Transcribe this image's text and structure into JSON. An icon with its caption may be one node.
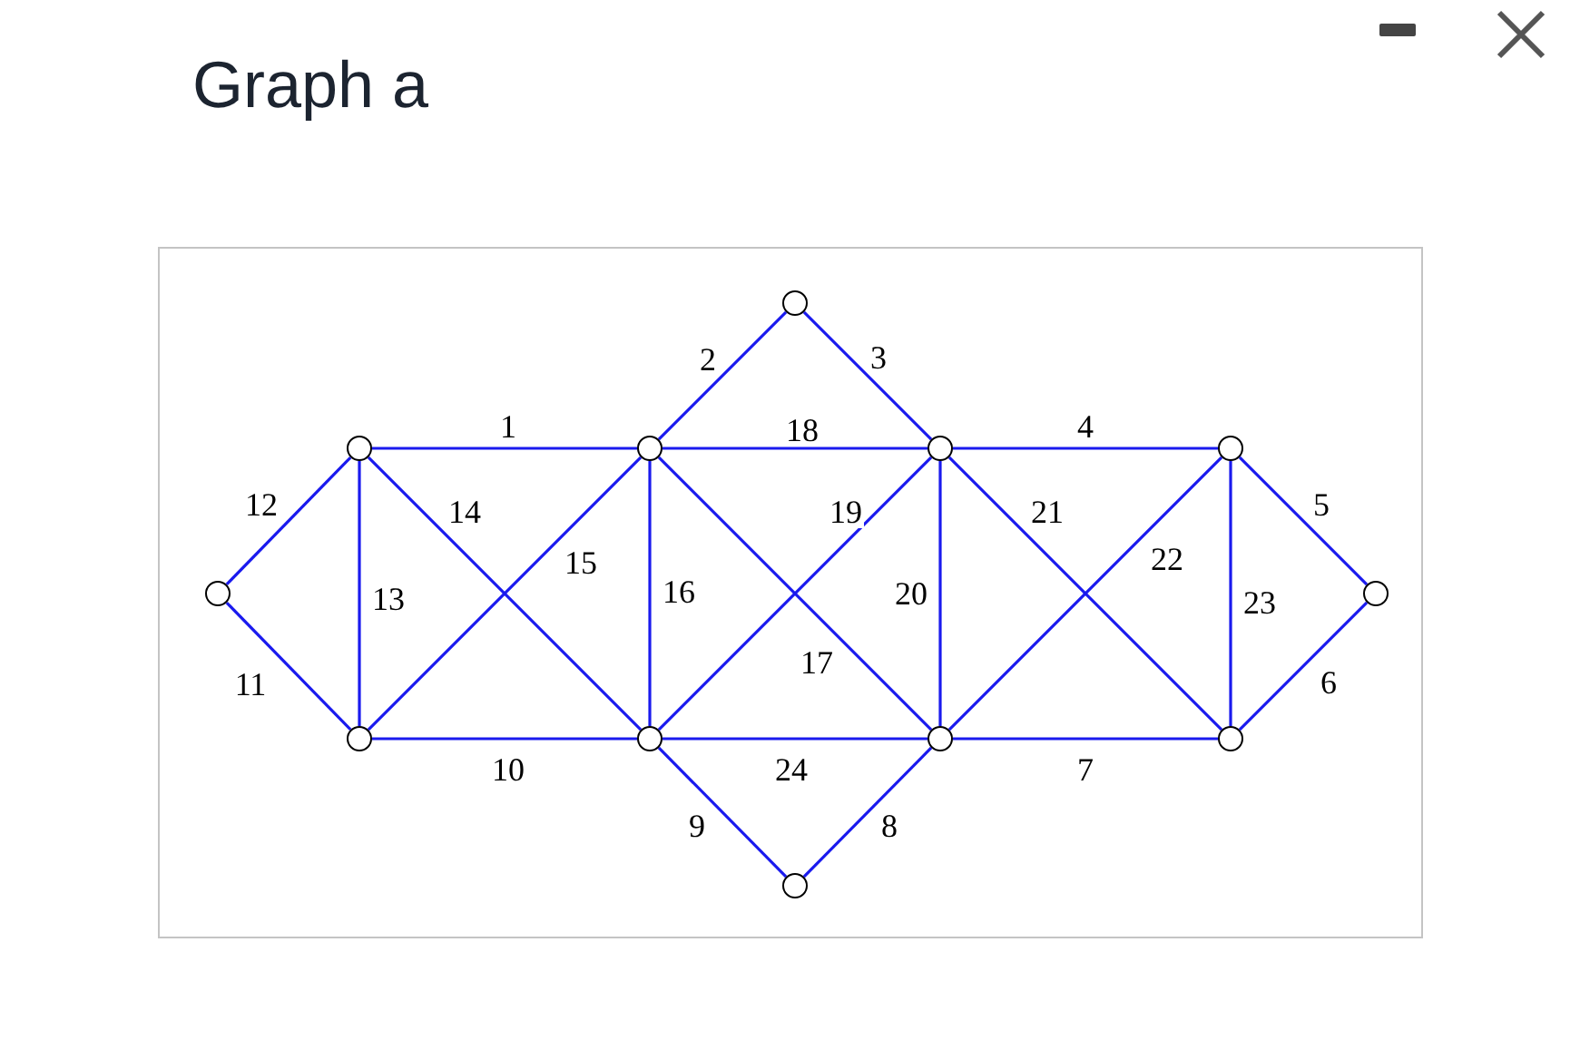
{
  "diagram": {
    "title": "Graph a",
    "nodes": [
      {
        "text": [],
        "shape": "circle"
      },
      {
        "text": [],
        "shape": "circle"
      },
      {
        "text": [],
        "shape": "circle"
      },
      {
        "text": [],
        "shape": "circle"
      },
      {
        "text": [],
        "shape": "circle"
      },
      {
        "text": [],
        "shape": "circle"
      },
      {
        "text": [],
        "shape": "circle"
      },
      {
        "text": [],
        "shape": "circle"
      },
      {
        "text": [],
        "shape": "circle"
      },
      {
        "text": [],
        "shape": "circle"
      },
      {
        "text": [],
        "shape": "circle"
      },
      {
        "text": [],
        "shape": "circle"
      }
    ],
    "edges": [
      {
        "from": 1,
        "to": 3,
        "arrow": "none",
        "label": "1"
      },
      {
        "from": 3,
        "to": 5,
        "arrow": "none",
        "label": "2"
      },
      {
        "from": 5,
        "to": 7,
        "arrow": "none",
        "label": "3"
      },
      {
        "from": 7,
        "to": 9,
        "arrow": "none",
        "label": "4"
      },
      {
        "from": 9,
        "to": 11,
        "arrow": "none",
        "label": "5"
      },
      {
        "from": 11,
        "to": 10,
        "arrow": "none",
        "label": "6"
      },
      {
        "from": 8,
        "to": 10,
        "arrow": "none",
        "label": "7"
      },
      {
        "from": 6,
        "to": 8,
        "arrow": "none",
        "label": "8"
      },
      {
        "from": 4,
        "to": 6,
        "arrow": "none",
        "label": "9"
      },
      {
        "from": 2,
        "to": 4,
        "arrow": "none",
        "label": "10"
      },
      {
        "from": 0,
        "to": 2,
        "arrow": "none",
        "label": "11"
      },
      {
        "from": 0,
        "to": 1,
        "arrow": "none",
        "label": "12"
      },
      {
        "from": 1,
        "to": 2,
        "arrow": "none",
        "label": "13"
      },
      {
        "from": 1,
        "to": 4,
        "arrow": "none",
        "label": "14"
      },
      {
        "from": 2,
        "to": 3,
        "arrow": "none",
        "label": "15"
      },
      {
        "from": 3,
        "to": 4,
        "arrow": "none",
        "label": "16"
      },
      {
        "from": 3,
        "to": 8,
        "arrow": "none",
        "label": "17"
      },
      {
        "from": 3,
        "to": 7,
        "arrow": "none",
        "label": "18"
      },
      {
        "from": 4,
        "to": 7,
        "arrow": "none",
        "label": "19"
      },
      {
        "from": 7,
        "to": 8,
        "arrow": "none",
        "label": "20"
      },
      {
        "from": 7,
        "to": 10,
        "arrow": "none",
        "label": "21"
      },
      {
        "from": 8,
        "to": 9,
        "arrow": "none",
        "label": "22"
      },
      {
        "from": 9,
        "to": 10,
        "arrow": "none",
        "label": "23"
      },
      {
        "from": 4,
        "to": 8,
        "arrow": "none",
        "label": "24"
      }
    ]
  }
}
